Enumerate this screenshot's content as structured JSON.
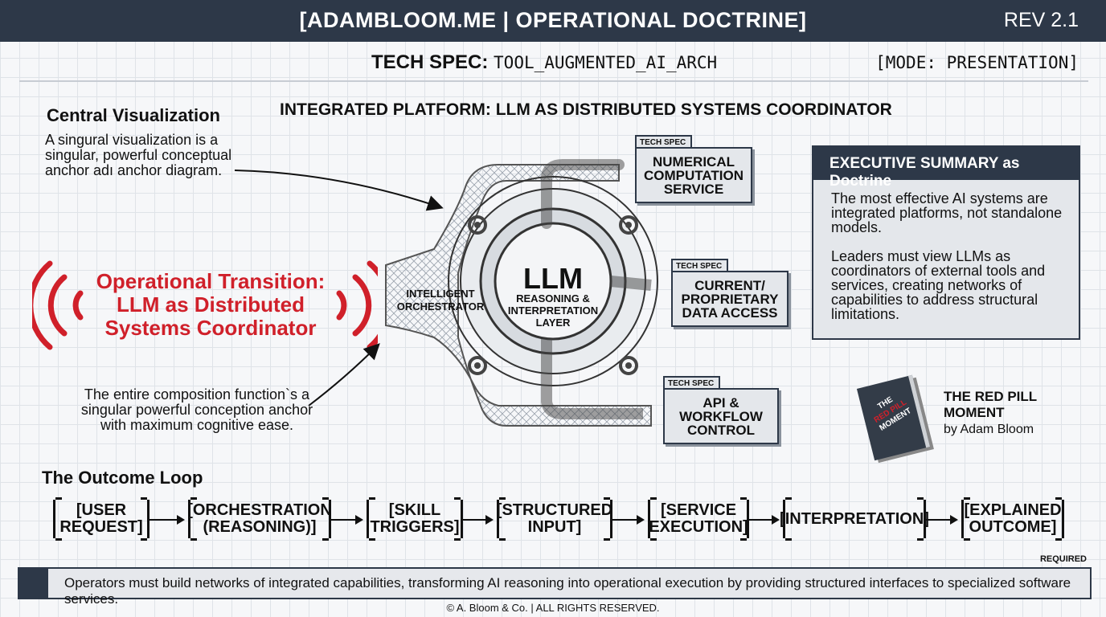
{
  "header": {
    "title": "[ADAMBLOOM.ME | OPERATIONAL DOCTRINE]",
    "revision": "REV 2.1"
  },
  "spec": {
    "label": "TECH SPEC:",
    "value": "TOOL_AUGMENTED_AI_ARCH",
    "mode": "[MODE: PRESENTATION]"
  },
  "central": {
    "heading": "Central Visualization",
    "lines": [
      "A singural visualization is a",
      "singular, powerful conceptual",
      "anchor adı anchor diagram."
    ]
  },
  "diagram_title": "INTEGRATED PLATFORM: LLM AS DISTRIBUTED SYSTEMS COORDINATOR",
  "transition": {
    "lines": [
      "Operational Transition:",
      "LLM as Distributed",
      "Systems Coordinator"
    ]
  },
  "composition_note": {
    "lines": [
      "The entire composition function`s a",
      "singular powerful conception anchor",
      "with maximum cognitive ease."
    ]
  },
  "core": {
    "title": "LLM",
    "subtitle_lines": [
      "REASONING &",
      "INTERPRETATION",
      "LAYER"
    ],
    "orchestrator_lines": [
      "INTELLIGENT",
      "ORCHESTRATOR"
    ]
  },
  "services": [
    {
      "tab": "TECH SPEC",
      "lines": [
        "NUMERICAL",
        "COMPUTATION",
        "SERVICE"
      ]
    },
    {
      "tab": "TECH SPEC",
      "lines": [
        "CURRENT/",
        "PROPRIETARY",
        "DATA ACCESS"
      ]
    },
    {
      "tab": "TECH SPEC",
      "lines": [
        "API &",
        "WORKFLOW",
        "CONTROL"
      ]
    }
  ],
  "executive": {
    "heading": "EXECUTIVE SUMMARY as Doctrine",
    "para1": [
      "The most effective AI systems are",
      "integrated platforms, not standalone",
      "models."
    ],
    "para2": [
      "Leaders must view LLMs as",
      "coordinators of external tools and",
      "services, creating networks of",
      "capabilities to address structural",
      "limitations."
    ]
  },
  "book": {
    "cover_lines": [
      "THE",
      "RED PILL",
      "MOMENT"
    ],
    "title_lines": [
      "THE RED PILL",
      "MOMENT"
    ],
    "author": "by Adam Bloom"
  },
  "outcome_loop": {
    "heading": "The Outcome Loop",
    "steps": [
      {
        "lines": [
          "[USER",
          "REQUEST]"
        ]
      },
      {
        "lines": [
          "[ORCHESTRATION",
          "(REASONING)]"
        ]
      },
      {
        "lines": [
          "[SKILL",
          "TRIGGERS]"
        ]
      },
      {
        "lines": [
          "[STRUCTURED",
          "INPUT]"
        ]
      },
      {
        "lines": [
          "[SERVICE",
          "EXECUTION]"
        ]
      },
      {
        "lines": [
          "[INTERPRETATION]"
        ]
      },
      {
        "lines": [
          "[EXPLAINED",
          "OUTCOME]"
        ]
      }
    ]
  },
  "required_label": "REQUIRED",
  "footer_statement": "Operators must build networks of integrated capabilities, transforming AI reasoning into operational execution by providing structured interfaces to specialized software services.",
  "copyright": "© A. Bloom & Co.  | ALL RIGHTS RESERVED.",
  "colors": {
    "navy": "#2d3848",
    "accent_red": "#d0202a"
  }
}
